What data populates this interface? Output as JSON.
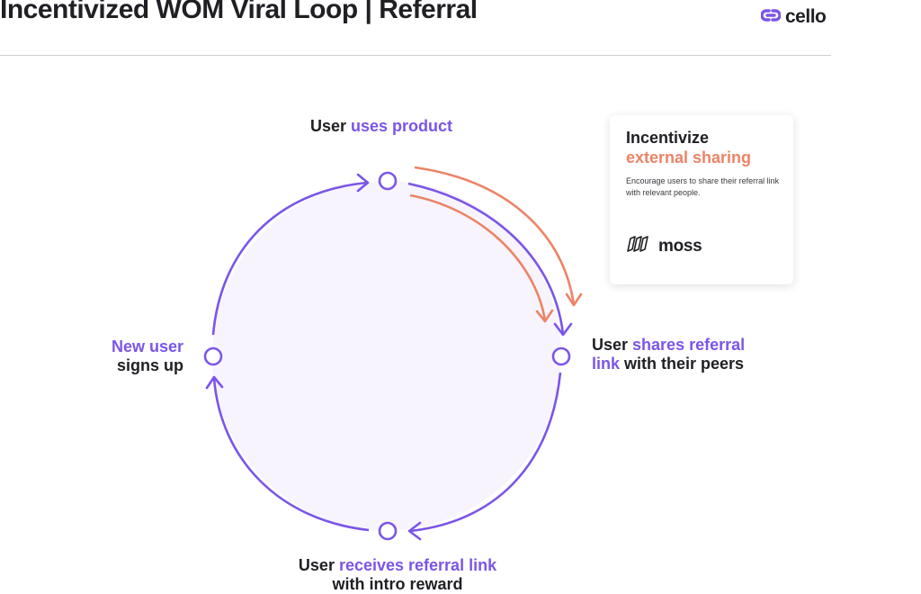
{
  "header": {
    "title": "Incentivized WOM Viral Loop | Referral",
    "logo_text": "cello"
  },
  "nodes": {
    "top": {
      "prefix": "User ",
      "highlight": "uses product"
    },
    "right": {
      "prefix": "User ",
      "highlight_line1": "shares referral",
      "highlight_line2": "link",
      "suffix": " with their peers"
    },
    "bottom": {
      "prefix": "User ",
      "highlight": "receives referral link",
      "line2": "with intro reward"
    },
    "left": {
      "highlight": "New user",
      "line2": "signs up"
    }
  },
  "card": {
    "title_line1": "Incentivize",
    "title_line2": "external sharing",
    "description": "Encourage users to share their referral link with relevant people.",
    "brand_name": "moss"
  },
  "colors": {
    "accent_purple": "#7b55e8",
    "accent_orange": "#ec8467",
    "circle_fill": "#f7f4fd",
    "text_dark": "#1f1f24"
  },
  "icons": [
    "cello-logo-icon",
    "moss-logo-icon",
    "arrow-head-icon"
  ]
}
